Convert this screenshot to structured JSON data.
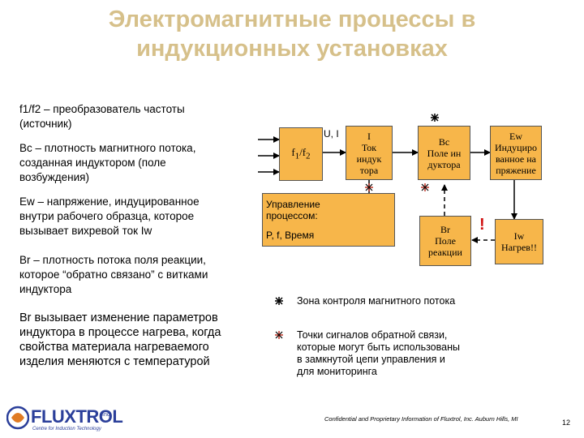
{
  "title": {
    "line1": "Электромагнитные процессы в",
    "line2": "индукционных установках"
  },
  "paragraphs": {
    "p1": [
      "f1/f2 – преобразователь частоты",
      "(источник)"
    ],
    "p2": [
      "Bc – плотность магнитного потока,",
      "созданная индуктором (поле",
      "возбуждения)"
    ],
    "p3": [
      "Ew – напряжение, индуцированное",
      "внутри рабочего образца, которое",
      "вызывает вихревой ток Iw"
    ],
    "p4": [
      "Br – плотность потока поля реакции,",
      "которое “обратно связано” с витками",
      "индуктора"
    ],
    "p5": [
      "Br вызывает изменение параметров",
      "индуктора в процессе нагрева, когда",
      "свойства материала нагреваемого",
      "изделия меняются с температурой"
    ]
  },
  "diagram": {
    "source_box": "f1/f2",
    "ui_label": "U, I",
    "current_box": [
      "I",
      "Ток",
      "индук",
      "тора"
    ],
    "bc_box": [
      "Bc",
      "Поле ин",
      "дуктора"
    ],
    "ew_box": [
      "Ew",
      "Индуциро",
      "ванное на",
      "пряжение"
    ],
    "br_box": [
      "Br",
      "Поле",
      "реакции"
    ],
    "iw_box": [
      "Iw",
      "Нагрев!!"
    ],
    "control_box": [
      "Управление",
      "процессом:",
      "",
      "P, f, Время"
    ],
    "warning_mark": "!",
    "box_color": "#f7b64a",
    "marker_black": "#000000",
    "marker_red": "#c0392b"
  },
  "legend": {
    "zone": "Зона контроля магнитного потока",
    "feedback": [
      "Точки сигналов обратной связи,",
      "которые могут быть использованы",
      "в замкнутой цепи управления и",
      "для мониторинга"
    ]
  },
  "footer": {
    "confidential": "Confidential and Proprietary Information of Fluxtrol, Inc. Auburn Hills, MI",
    "page": "12",
    "logo": "FLUXTROL",
    "logo_suffix": "Inc.",
    "logo_sub": "Centre for Induction Technology"
  }
}
